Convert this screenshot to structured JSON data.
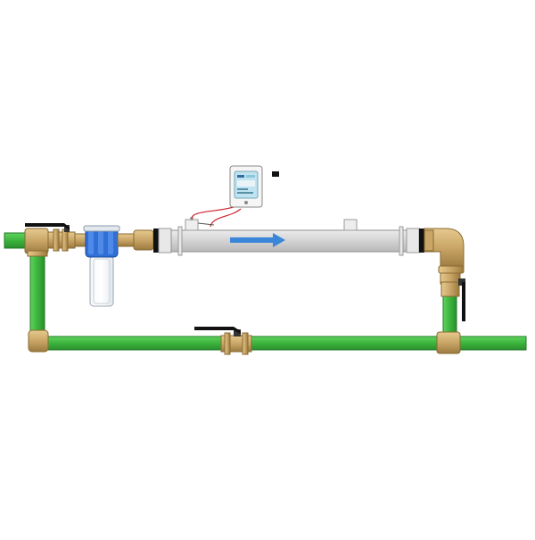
{
  "diagram": {
    "flow_direction": "left-to-right",
    "colors": {
      "pipe": "#3cb43c",
      "pipe_dark": "#1f7a24",
      "brass": "#c9a567",
      "brass_dark": "#8a6a32",
      "handle": "#111111",
      "uv_body": "#d6d6d6",
      "filter_cap": "#2f6fd6",
      "flow_arrow": "#3a86d8",
      "wire": "#d0202a",
      "background": "#ffffff"
    },
    "components": [
      {
        "id": "inlet-pipe",
        "type": "pipe"
      },
      {
        "id": "bypass-pipe",
        "type": "pipe"
      },
      {
        "id": "inlet-ball-valve",
        "type": "ball-valve",
        "handle_icon": "lever-handle-icon"
      },
      {
        "id": "bypass-ball-valve",
        "type": "ball-valve",
        "handle_icon": "lever-handle-icon"
      },
      {
        "id": "outlet-ball-valve",
        "type": "ball-valve",
        "handle_icon": "lever-handle-icon"
      },
      {
        "id": "sediment-filter",
        "type": "cartridge-filter"
      },
      {
        "id": "uv-sterilizer",
        "type": "uv-chamber",
        "flow_arrow_icon": "arrow-right-icon"
      },
      {
        "id": "uv-controller",
        "type": "control-box",
        "screen_icon": "display-icon"
      },
      {
        "id": "elbow-fitting",
        "type": "elbow"
      }
    ]
  }
}
